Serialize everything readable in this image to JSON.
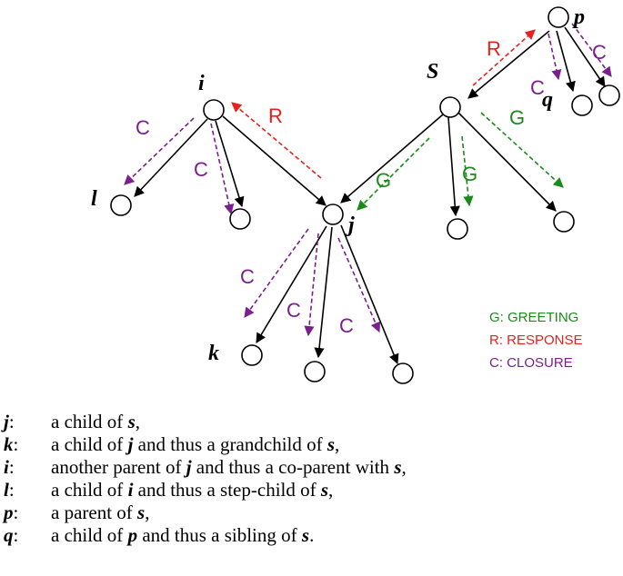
{
  "nodes": [
    {
      "id": "S",
      "label": "S"
    },
    {
      "id": "i",
      "label": "i"
    },
    {
      "id": "j",
      "label": "j"
    },
    {
      "id": "k",
      "label": "k"
    },
    {
      "id": "l",
      "label": "l"
    },
    {
      "id": "p",
      "label": "p"
    },
    {
      "id": "q",
      "label": "q"
    },
    {
      "id": "s-child-2",
      "label": ""
    },
    {
      "id": "s-child-3",
      "label": ""
    },
    {
      "id": "i-child-2",
      "label": ""
    },
    {
      "id": "j-child-2",
      "label": ""
    },
    {
      "id": "j-child-3",
      "label": ""
    },
    {
      "id": "p-child-2",
      "label": ""
    }
  ],
  "edges": [
    {
      "from": "S",
      "to": "j"
    },
    {
      "from": "S",
      "to": "s-child-2"
    },
    {
      "from": "S",
      "to": "s-child-3"
    },
    {
      "from": "i",
      "to": "l"
    },
    {
      "from": "i",
      "to": "i-child-2"
    },
    {
      "from": "i",
      "to": "j"
    },
    {
      "from": "j",
      "to": "k"
    },
    {
      "from": "j",
      "to": "j-child-2"
    },
    {
      "from": "j",
      "to": "j-child-3"
    },
    {
      "from": "p",
      "to": "S"
    },
    {
      "from": "p",
      "to": "q"
    },
    {
      "from": "p",
      "to": "p-child-2"
    }
  ],
  "message_labels": {
    "greeting": "G",
    "response": "R",
    "closure": "C"
  },
  "colors": {
    "greeting": "#1a8a1a",
    "response": "#e8211c",
    "closure": "#7b1e8e",
    "edge": "#000000"
  },
  "legend": [
    {
      "text": "G: GREETING",
      "color": "#1a8a1a"
    },
    {
      "text": "R: RESPONSE",
      "color": "#e8211c"
    },
    {
      "text": "C: CLOSURE",
      "color": "#7b1e8e"
    }
  ],
  "definitions": [
    {
      "key": "j",
      "parts": [
        {
          "t": "a child of "
        },
        {
          "t": "s",
          "b": true
        },
        {
          "t": ","
        }
      ]
    },
    {
      "key": "k",
      "parts": [
        {
          "t": "a child of "
        },
        {
          "t": "j",
          "b": true
        },
        {
          "t": " and thus a grandchild of "
        },
        {
          "t": "s",
          "b": true
        },
        {
          "t": ","
        }
      ]
    },
    {
      "key": "i",
      "parts": [
        {
          "t": "another parent of "
        },
        {
          "t": "j",
          "b": true
        },
        {
          "t": " and thus a co-parent with "
        },
        {
          "t": "s",
          "b": true
        },
        {
          "t": ","
        }
      ]
    },
    {
      "key": "l",
      "parts": [
        {
          "t": "a child of "
        },
        {
          "t": "i",
          "b": true
        },
        {
          "t": " and thus a step-child of "
        },
        {
          "t": "s",
          "b": true
        },
        {
          "t": ","
        }
      ]
    },
    {
      "key": "p",
      "parts": [
        {
          "t": "a parent of "
        },
        {
          "t": "s",
          "b": true
        },
        {
          "t": ","
        }
      ]
    },
    {
      "key": "q",
      "parts": [
        {
          "t": "a child of "
        },
        {
          "t": "p",
          "b": true
        },
        {
          "t": " and thus a sibling of "
        },
        {
          "t": "s",
          "b": true
        },
        {
          "t": "."
        }
      ]
    }
  ]
}
